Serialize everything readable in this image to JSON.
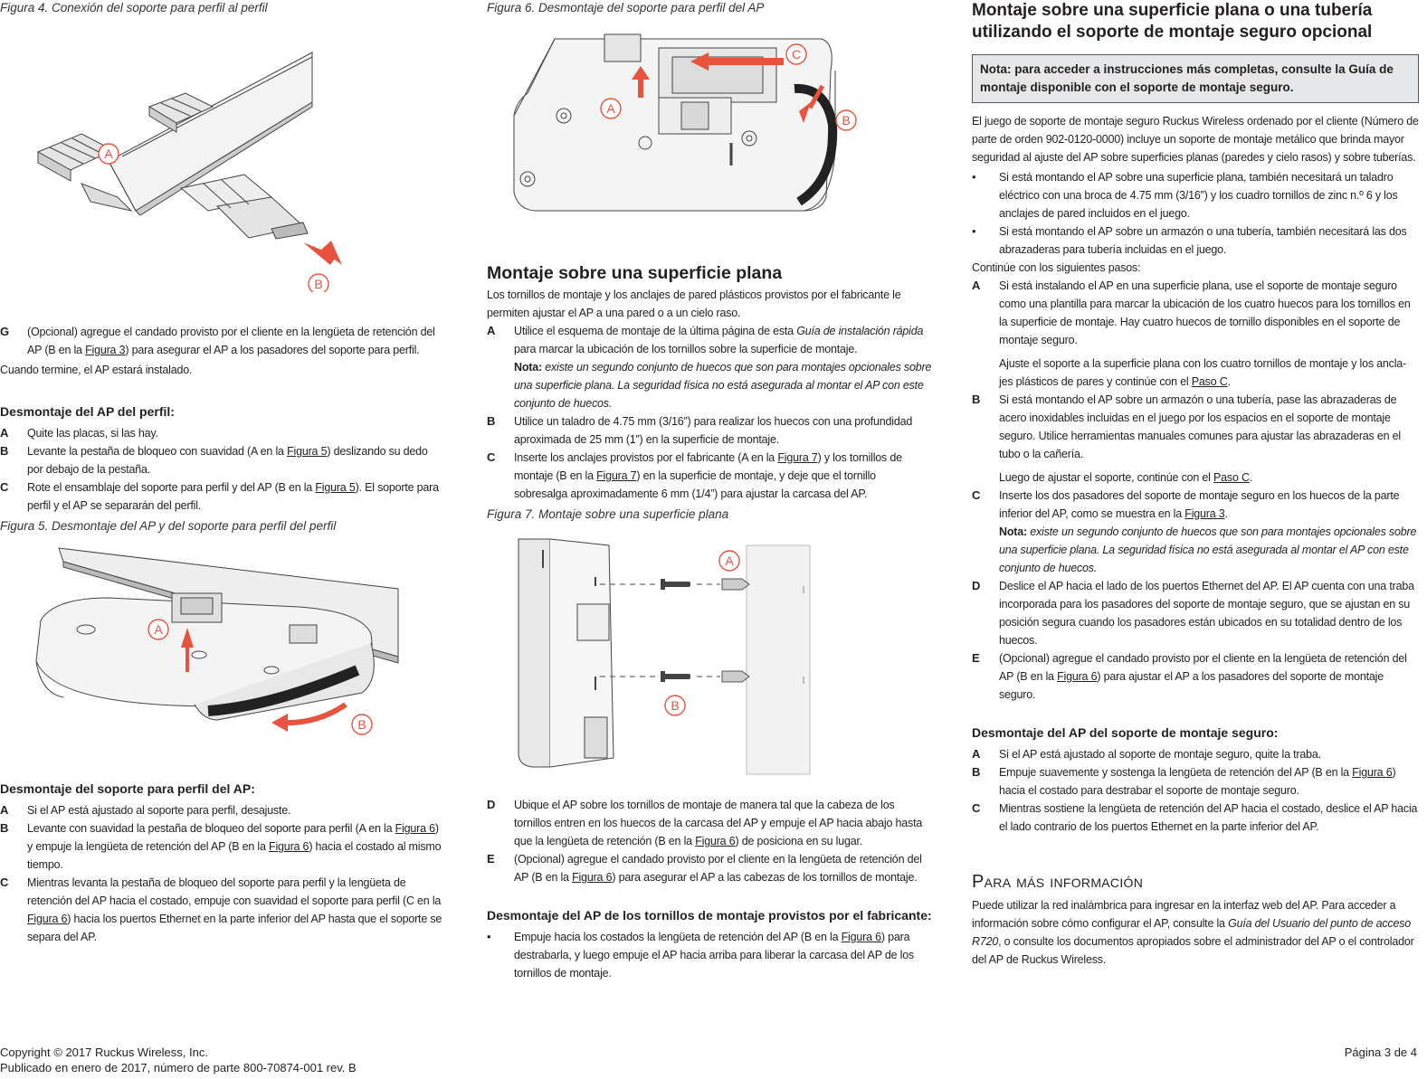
{
  "col1": {
    "fig4_caption": "Figura 4. Conexión del soporte para perfil al perfil",
    "fig4_labels": [
      "A",
      "B"
    ],
    "stepG_key": "G",
    "stepG_a": "(Opcional) agregue el candado provisto por el cliente en la lengüeta de retención del AP (B en la ",
    "stepG_link": "Figura 3",
    "stepG_b": ") para asegurar el AP a los pasadores del soporte para perfil.",
    "done": "Cuando termine, el AP estará instalado.",
    "h_removal": "Desmontaje del AP del perfil:",
    "r_a_key": "A",
    "r_a": "Quite las placas, si las hay.",
    "r_b_key": "B",
    "r_b1": "Levante la pestaña de bloqueo con suavidad (A en la ",
    "r_b_link": "Figura 5",
    "r_b2": ") deslizando su dedo por debajo de la pestaña.",
    "r_c_key": "C",
    "r_c1": "Rote el ensamblaje del soporte para perfil y del AP (B en la ",
    "r_c_link": "Figura 5",
    "r_c2": "). El soporte para perfil y el AP se separarán del perfil.",
    "fig5_caption": "Figura 5. Desmontaje del AP y del soporte para perfil del perfil",
    "fig5_labels": [
      "A",
      "B"
    ],
    "h_bracket": "Desmontaje del soporte para perfil del AP:",
    "s_a_key": "A",
    "s_a": "Si el AP está ajustado al soporte para perfil, desajuste.",
    "s_b_key": "B",
    "s_b1": "Levante con suavidad la pestaña de bloqueo del soporte para perfil (A en la ",
    "s_b_link1": "Figura 6",
    "s_b2": ") y empuje la lengüeta de retención del AP (B en la ",
    "s_b_link2": "Figura 6",
    "s_b3": ") hacia el costado al mismo tiempo.",
    "s_c_key": "C",
    "s_c1": "Mientras levanta la pestaña de bloqueo del soporte para perfil y la lengüeta de retención del AP hacia el costado, empuje con suavidad el soporte para perfil (C en la ",
    "s_c_link": "Figura 6",
    "s_c2": ") hacia los puertos Ethernet en la parte inferior del AP hasta que el soporte se separa del AP."
  },
  "col2": {
    "fig6_caption": "Figura 6. Desmontaje del soporte para perfil del AP",
    "fig6_labels": [
      "A",
      "B",
      "C"
    ],
    "heading": "Montaje sobre una superficie plana",
    "intro": "Los tornillos de montaje y los anclajes de pared plásticos provistos por el fabricante le permiten ajustar el AP a una pared o a un cielo raso.",
    "a_key": "A",
    "a1": "Utilice el esquema de montaje de la última página de esta ",
    "a_ital": "Guía de instalación rápida",
    "a2": " para marcar la ubicación de los tornillos sobre la superficie de montaje.",
    "a_note_label": "Nota:",
    "a_note": " existe un segundo conjunto de huecos que son para montajes opcionales sobre una superficie plana. La seguridad física no está asegurada al montar el AP con este conjunto de huecos.",
    "b_key": "B",
    "b": "Utilice un taladro de 4.75 mm (3/16”) para realizar los huecos con una profundidad aproximada de 25 mm (1”) en la superficie de montaje.",
    "c_key": "C",
    "c1": "Inserte los anclajes provistos por el fabricante (A en la ",
    "c_link": "Figura 7",
    "c2": ") y los tornillos de montaje (B en la ",
    "c_link2": "Figura 7",
    "c3": ") en la superficie de montaje, y deje que el tornillo sobresalga aproximadamente 6 mm (1/4”) para ajustar la carcasa del AP.",
    "fig7_caption": "Figura 7. Montaje sobre una superficie plana",
    "fig7_labels": [
      "A",
      "B"
    ],
    "d_key": "D",
    "d1": "Ubique el AP sobre los tornillos de montaje de manera tal que la cabeza de los tornillos entren en los huecos de la carcasa del AP y empuje el AP hacia abajo hasta que la lengüeta de retención (B en la ",
    "d_link": "Figura 6",
    "d2": ") de posiciona en su lugar.",
    "e_key": "E",
    "e1": "(Opcional) agregue el candado provisto por el cliente en la lengüeta de retención del AP (B en la ",
    "e_link": "Figura 6",
    "e2": ") para asegurar el AP a las cabezas de los tornillos de montaje.",
    "h_removal": "Desmontaje del AP de los tornillos de montaje provistos por el fabricante:",
    "bullet": "•",
    "bul1": "Empuje hacia los costados la lengüeta de retención del AP (B en la ",
    "bul_link": "Figura 6",
    "bul2": ") para destrabarla, y luego empuje el AP hacia arriba para liberar la carcasa del AP de los tornillos de montaje."
  },
  "col3": {
    "heading": "Montaje sobre una superficie plana o una tubería utilizando el soporte de montaje seguro opcional",
    "note": "Nota: para acceder a instrucciones más completas, consulte la Guía de montaje disponible con el soporte de montaje seguro.",
    "intro": "El juego de soporte de montaje seguro Ruckus Wireless ordenado por el cliente (Número de parte de orden 902-0120-0000) incluye un soporte de montaje metálico que brinda mayor seguridad al ajuste del AP sobre superficies planas (paredes y cielo rasos) y sobre tuberías.",
    "bullet": "•",
    "bul1": "Si está montando el AP sobre una superficie plana, también necesitará un taladro eléctrico con una broca de 4.75 mm (3/16”) y los cuadro tornillos de zinc n.º 6 y los anclajes de pared incluidos en el juego.",
    "bul2": "Si está montando el AP sobre un armazón o una tubería, también necesitará las dos abrazaderas para tubería incluidas en el juego.",
    "continue": "Continúe con los siguientes pasos:",
    "a_key": "A",
    "a": "Si está instalando el AP en una superficie plana, use el soporte de montaje seguro como una plantilla para marcar la ubicación de los cuatro huecos para los tornillos en la superficie de montaje. Hay cuatro huecos de tornillo disponibles en el soporte de montaje seguro.",
    "a2_1": "Ajuste el soporte a la superficie plana con los cuatro tornillos de montaje y los ancla-jes plásticos de pares y continúe con el ",
    "a2_link": "Paso C",
    "a2_2": ".",
    "b_key": "B",
    "b": "Si está montando el AP sobre un armazón o una tubería, pase las abrazaderas de acero inoxidables incluidas en el juego por los espacios en el soporte de montaje seguro. Utilice herramientas manuales comunes para ajustar las abrazaderas en el tubo o la cañería.",
    "b2_1": "Luego de ajustar el soporte, continúe con el ",
    "b2_link": "Paso C",
    "b2_2": ".",
    "c_key": "C",
    "c1": "Inserte los dos pasadores del soporte de montaje seguro en los huecos de la parte inferior del AP, como se muestra en la ",
    "c_link": "Figura 3",
    "c2": ".",
    "c_note_label": "Nota:",
    "c_note": " existe un segundo conjunto de huecos que son para montajes opcionales sobre una superficie plana. La seguridad física no está asegurada al montar el AP con este conjunto de huecos.",
    "d_key": "D",
    "d": "Deslice el AP hacia el lado de los puertos Ethernet del AP. El AP cuenta con una traba incorporada para los pasadores del soporte de montaje seguro, que se ajustan en su posición segura cuando los pasadores están ubicados en su totalidad dentro de los huecos.",
    "e_key": "E",
    "e1": "(Opcional) agregue el candado provisto por el cliente en la lengüeta de retención del AP (B en la ",
    "e_link": "Figura 6",
    "e2": ") para ajustar el AP a los pasadores del soporte de montaje seguro.",
    "h_removal": "Desmontaje del AP del soporte de montaje seguro:",
    "r_a_key": "A",
    "r_a": "Si el AP está ajustado al soporte de montaje seguro, quite la traba.",
    "r_b_key": "B",
    "r_b1": "Empuje suavemente y sostenga la lengüeta de retención del AP (B en la ",
    "r_b_link": "Figura 6",
    "r_b2": ") hacia el costado para destrabar el soporte de montaje seguro.",
    "r_c_key": "C",
    "r_c": "Mientras sostiene la lengüeta de retención del AP hacia el costado, deslice el AP hacia el lado contrario de los puertos Ethernet en la parte inferior del AP.",
    "more_heading": "Para más información",
    "more1": "Puede utilizar la red inalámbrica para ingresar en la interfaz web del AP. Para acceder a información sobre cómo configurar el AP, consulte la ",
    "more_ital": "Guía del Usuario del punto de acceso R720",
    "more2": ", o consulte los documentos apropiados sobre el administrador del AP o el controlador del AP de Ruckus Wireless."
  },
  "footer": {
    "copyright": "Copyright © 2017 Ruckus Wireless, Inc.",
    "published": "Publicado en enero de 2017, número de parte 800-70874-001 rev. B",
    "page": "Página 3 de 4"
  },
  "colors": {
    "callout": "#e8533f",
    "note_bg": "#e6e7e8"
  }
}
